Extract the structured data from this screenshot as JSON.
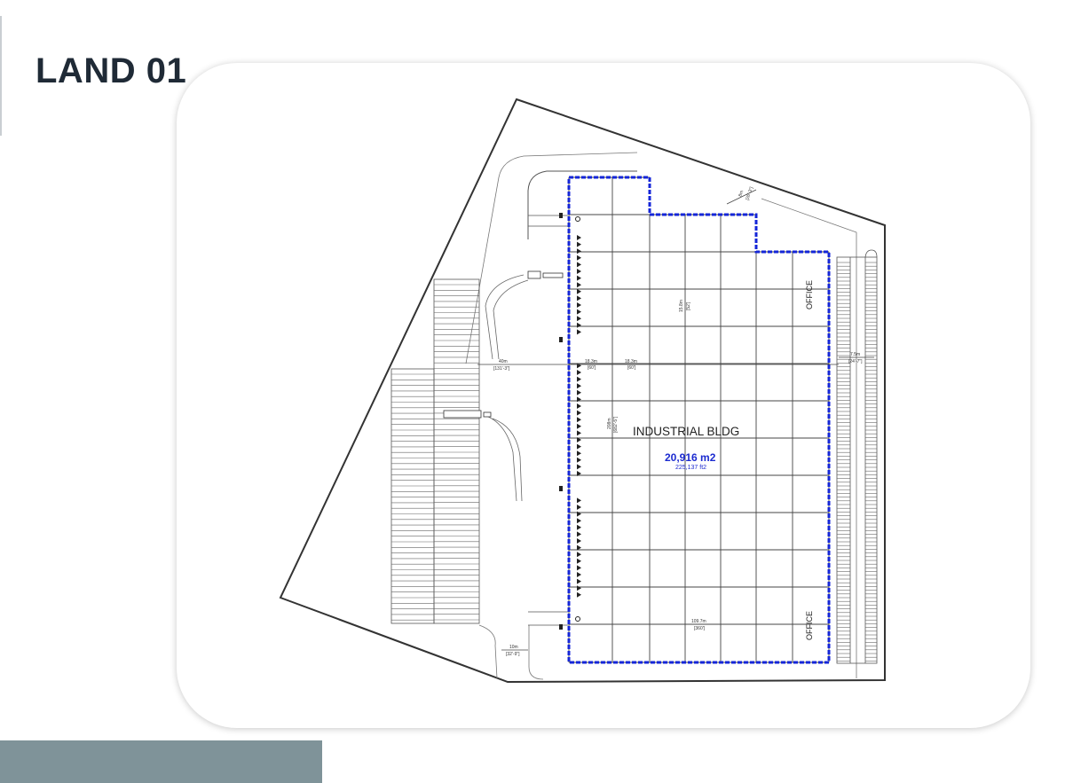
{
  "page": {
    "title": "LAND 01"
  },
  "colors": {
    "title": "#1f2a36",
    "footer_bar": "#7f9399",
    "building_outline": "#1426d8",
    "line": "#333333",
    "grid": "#444444",
    "area_text": "#1c2bd0"
  },
  "plan": {
    "building_label": "INDUSTRIAL BLDG",
    "area_m2": "20,916 m2",
    "area_ft2": "225,137 ft2",
    "office_labels": [
      "OFFICE",
      "OFFICE"
    ],
    "dimensions": {
      "top_setback": "8m",
      "top_setback_ft": "[26'-3\"]",
      "bay_depth": "15.8m",
      "bay_depth_ft": "[52']",
      "yard_depth": "40m",
      "yard_depth_ft": "[131'-3\"]",
      "column_spacing_1": "18.3m",
      "column_spacing_1_ft": "[60']",
      "column_spacing_2": "18.3m",
      "column_spacing_2_ft": "[60']",
      "right_setback": "7.5m",
      "right_setback_ft": "[24'-7\"]",
      "building_depth": "208m",
      "building_depth_ft": "[682'-5\"]",
      "building_width": "109.7m",
      "building_width_ft": "[360']",
      "bottom_setback": "10m",
      "bottom_setback_ft": "[32'-9\"]"
    }
  }
}
